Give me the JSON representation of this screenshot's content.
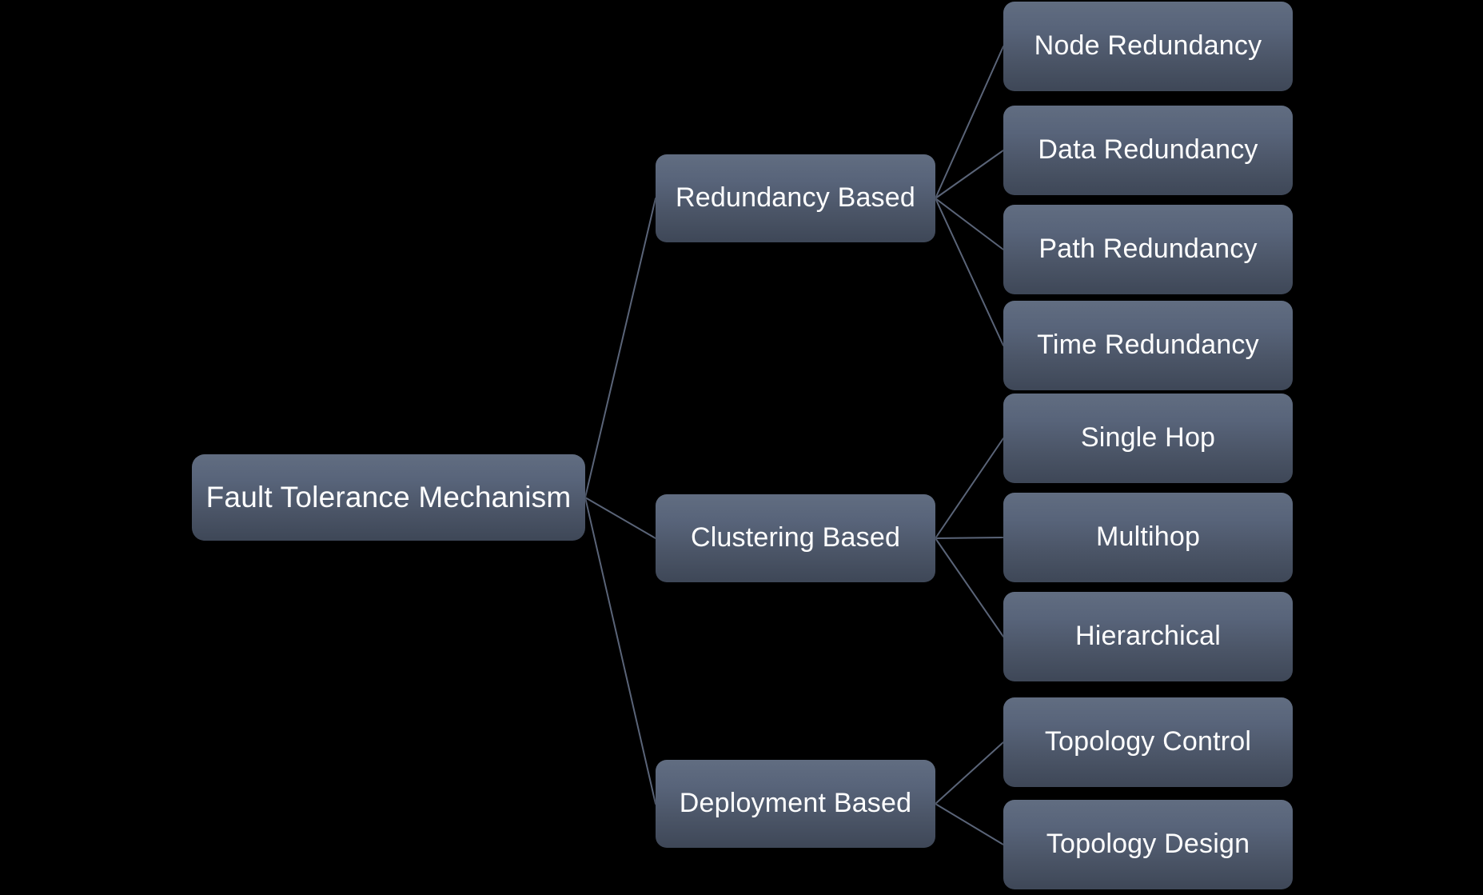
{
  "diagram": {
    "title": "Fault Tolerance Mechanism",
    "type": "tree-mindmap",
    "orientation": "left-to-right",
    "background_color": "#000000",
    "node_gradient_top": "#616d81",
    "node_gradient_bottom": "#3e4757",
    "node_text_color": "#ffffff",
    "edge_color": "#5a6478",
    "edge_width": 2
  },
  "root": {
    "label": "Fault Tolerance Mechanism"
  },
  "branches": [
    {
      "label": "Redundancy Based",
      "children": [
        {
          "label": "Node Redundancy"
        },
        {
          "label": "Data Redundancy"
        },
        {
          "label": "Path Redundancy"
        },
        {
          "label": "Time Redundancy"
        }
      ]
    },
    {
      "label": "Clustering Based",
      "children": [
        {
          "label": "Single Hop"
        },
        {
          "label": "Multihop"
        },
        {
          "label": "Hierarchical"
        }
      ]
    },
    {
      "label": "Deployment Based",
      "children": [
        {
          "label": "Topology Control"
        },
        {
          "label": "Topology Design"
        }
      ]
    }
  ],
  "leaves_flat": [
    "Node Redundancy",
    "Data Redundancy",
    "Path Redundancy",
    "Time Redundancy",
    "Single Hop",
    "Multihop",
    "Hierarchical",
    "Topology Control",
    "Topology Design"
  ]
}
